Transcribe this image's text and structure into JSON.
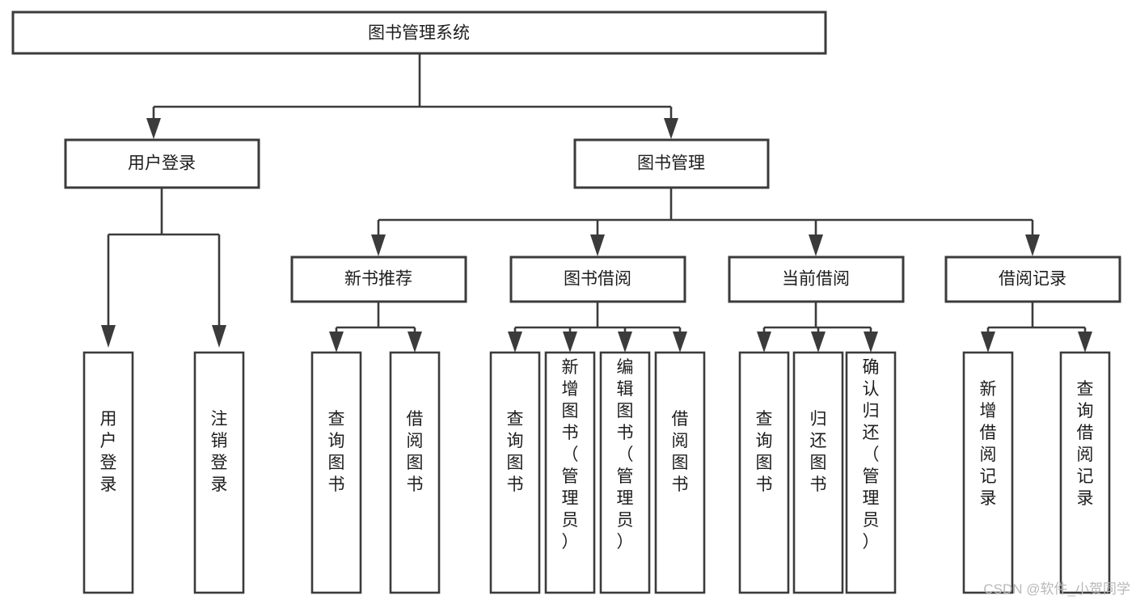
{
  "diagram": {
    "title": "图书管理系统",
    "type": "tree",
    "orientation": "top-down",
    "root": {
      "id": "root",
      "label": "图书管理系统",
      "text_orientation": "horizontal"
    },
    "level2": [
      {
        "id": "user-login",
        "label": "用户登录",
        "text_orientation": "horizontal"
      },
      {
        "id": "book-manage",
        "label": "图书管理",
        "text_orientation": "horizontal"
      }
    ],
    "level3": [
      {
        "id": "new-book-recommend",
        "label": "新书推荐",
        "parent": "book-manage",
        "text_orientation": "horizontal"
      },
      {
        "id": "book-borrow",
        "label": "图书借阅",
        "parent": "book-manage",
        "text_orientation": "horizontal"
      },
      {
        "id": "current-borrow",
        "label": "当前借阅",
        "parent": "book-manage",
        "text_orientation": "horizontal"
      },
      {
        "id": "borrow-record",
        "label": "借阅记录",
        "parent": "book-manage",
        "text_orientation": "horizontal"
      }
    ],
    "leaves": [
      {
        "id": "leaf-user-login",
        "label": "用户登录",
        "parent": "user-login",
        "text_orientation": "vertical"
      },
      {
        "id": "leaf-user-logout",
        "label": "注销登录",
        "parent": "user-login",
        "text_orientation": "vertical"
      },
      {
        "id": "leaf-query-book-1",
        "label": "查询图书",
        "parent": "new-book-recommend",
        "text_orientation": "vertical"
      },
      {
        "id": "leaf-borrow-book-1",
        "label": "借阅图书",
        "parent": "new-book-recommend",
        "text_orientation": "vertical"
      },
      {
        "id": "leaf-query-book-2",
        "label": "查询图书",
        "parent": "book-borrow",
        "text_orientation": "vertical"
      },
      {
        "id": "leaf-add-book",
        "label": "新增图书（管理员）",
        "parent": "book-borrow",
        "text_orientation": "vertical"
      },
      {
        "id": "leaf-edit-book",
        "label": "编辑图书（管理员）",
        "parent": "book-borrow",
        "text_orientation": "vertical"
      },
      {
        "id": "leaf-borrow-book-2",
        "label": "借阅图书",
        "parent": "book-borrow",
        "text_orientation": "vertical"
      },
      {
        "id": "leaf-query-book-3",
        "label": "查询图书",
        "parent": "current-borrow",
        "text_orientation": "vertical"
      },
      {
        "id": "leaf-return-book",
        "label": "归还图书",
        "parent": "current-borrow",
        "text_orientation": "vertical"
      },
      {
        "id": "leaf-confirm-return",
        "label": "确认归还（管理员）",
        "parent": "current-borrow",
        "text_orientation": "vertical"
      },
      {
        "id": "leaf-add-record",
        "label": "新增借阅记录",
        "parent": "borrow-record",
        "text_orientation": "vertical"
      },
      {
        "id": "leaf-query-record",
        "label": "查询借阅记录",
        "parent": "borrow-record",
        "text_orientation": "vertical"
      }
    ],
    "colors": {
      "stroke": "#3b3b3b",
      "fill": "#ffffff",
      "text": "#1d1d1d",
      "watermark": "#b8b8b8",
      "background": "#ffffff"
    }
  },
  "watermark": {
    "label": "CSDN @软件_小贺同学"
  }
}
